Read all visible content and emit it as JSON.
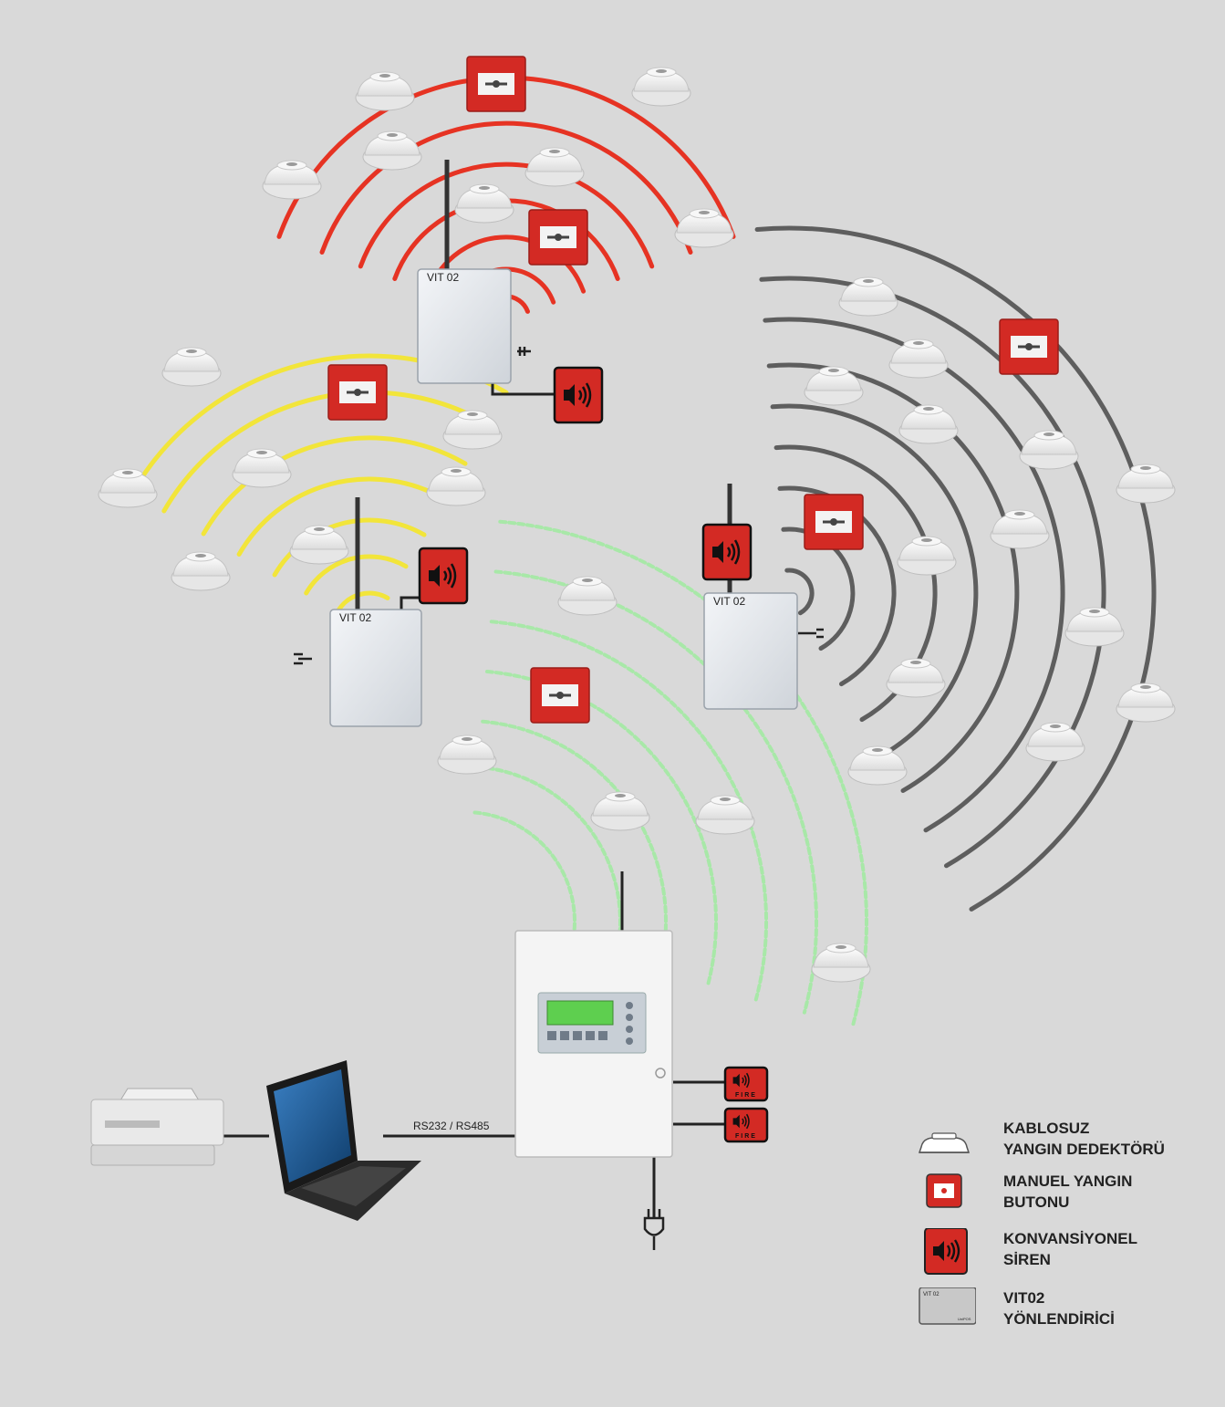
{
  "connection_label": "RS232 / RS485",
  "router_label": "VIT 02",
  "router_brand": "UniPOS",
  "siren_fire_text": "FIRE",
  "legend": [
    {
      "icon": "wireless-smoke-detector-icon",
      "text": "KABLOSUZ\nYANGIN DEDEKTÖRÜ"
    },
    {
      "icon": "manual-call-point-icon",
      "text": "MANUEL YANGIN\nBUTONU"
    },
    {
      "icon": "siren-icon",
      "text": "KONVANSİYONEL\nSİREN"
    },
    {
      "icon": "router-icon",
      "text": "VIT02\nYÖNLENDİRİCİ"
    }
  ],
  "colors": {
    "background": "#d9d9d9",
    "red_network": "#e63323",
    "yellow_network": "#f2e53a",
    "green_network": "#a8e8a8",
    "gray_network": "#5e5e5e",
    "device_red": "#d32a24"
  }
}
